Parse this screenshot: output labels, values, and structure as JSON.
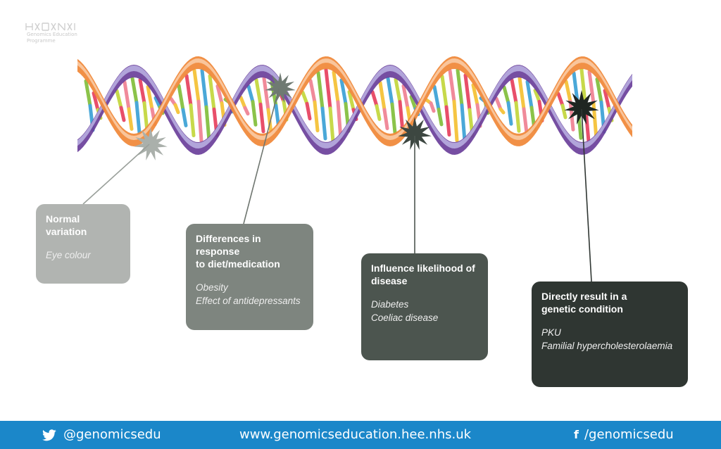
{
  "logo": {
    "line1": "Genomics Education",
    "line2": "Programme"
  },
  "colors": {
    "strand_orange": "#f08a3c",
    "strand_purple": "#6a3f9a",
    "strand_lavender": "#b8aee0",
    "mutation_light": "#aab0ab",
    "mutation_mid": "#6f7a72",
    "mutation_dark": "#3d4741",
    "mutation_darkest": "#1f2622",
    "footer": "#1b87c9"
  },
  "boxes": [
    {
      "title": "Normal variation",
      "detail": "Eye colour"
    },
    {
      "title": "Differences in response\nto diet/medication",
      "detail": "Obesity\nEffect of antidepressants"
    },
    {
      "title": "Influence likelihood of\ndisease",
      "detail": "Diabetes\nCoeliac disease"
    },
    {
      "title": "Directly result in a\ngenetic condition",
      "detail": "PKU\nFamilial hypercholesterolaemia"
    }
  ],
  "footer": {
    "twitter": "@genomicsedu",
    "website": "www.genomicseducation.hee.nhs.uk",
    "facebook": "/genomicsedu",
    "facebook_glyph": "f"
  }
}
